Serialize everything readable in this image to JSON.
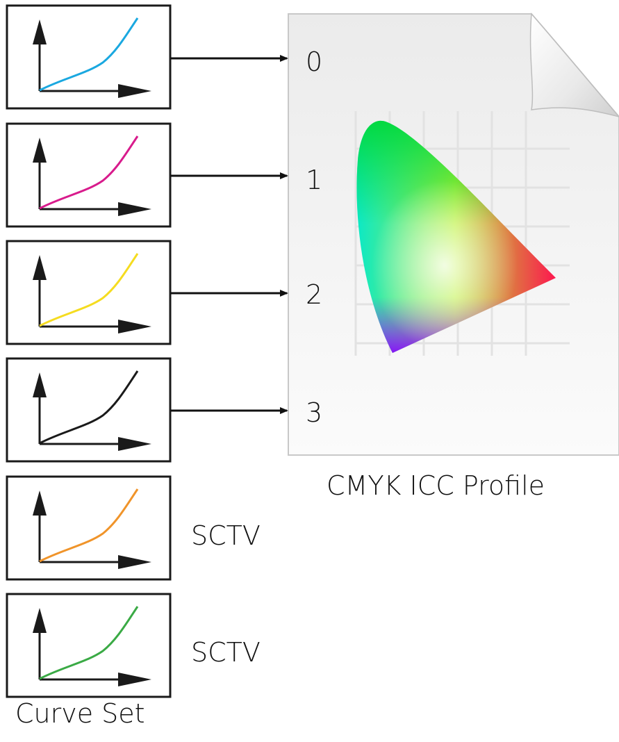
{
  "curve_set": {
    "label": "Curve Set",
    "curves": [
      {
        "color": "#1aa8e0",
        "target": "0"
      },
      {
        "color": "#d81b8c",
        "target": "1"
      },
      {
        "color": "#f5dc20",
        "target": "2"
      },
      {
        "color": "#1a1a1a",
        "target": "3"
      },
      {
        "color": "#f0942a",
        "target": "SCTV"
      },
      {
        "color": "#3aaa45",
        "target": "SCTV"
      }
    ]
  },
  "profile": {
    "label": "CMYK ICC Profile",
    "channels": [
      "0",
      "1",
      "2",
      "3"
    ],
    "icon": "icc-profile-document-icon"
  },
  "extra_labels": [
    "SCTV",
    "SCTV"
  ]
}
